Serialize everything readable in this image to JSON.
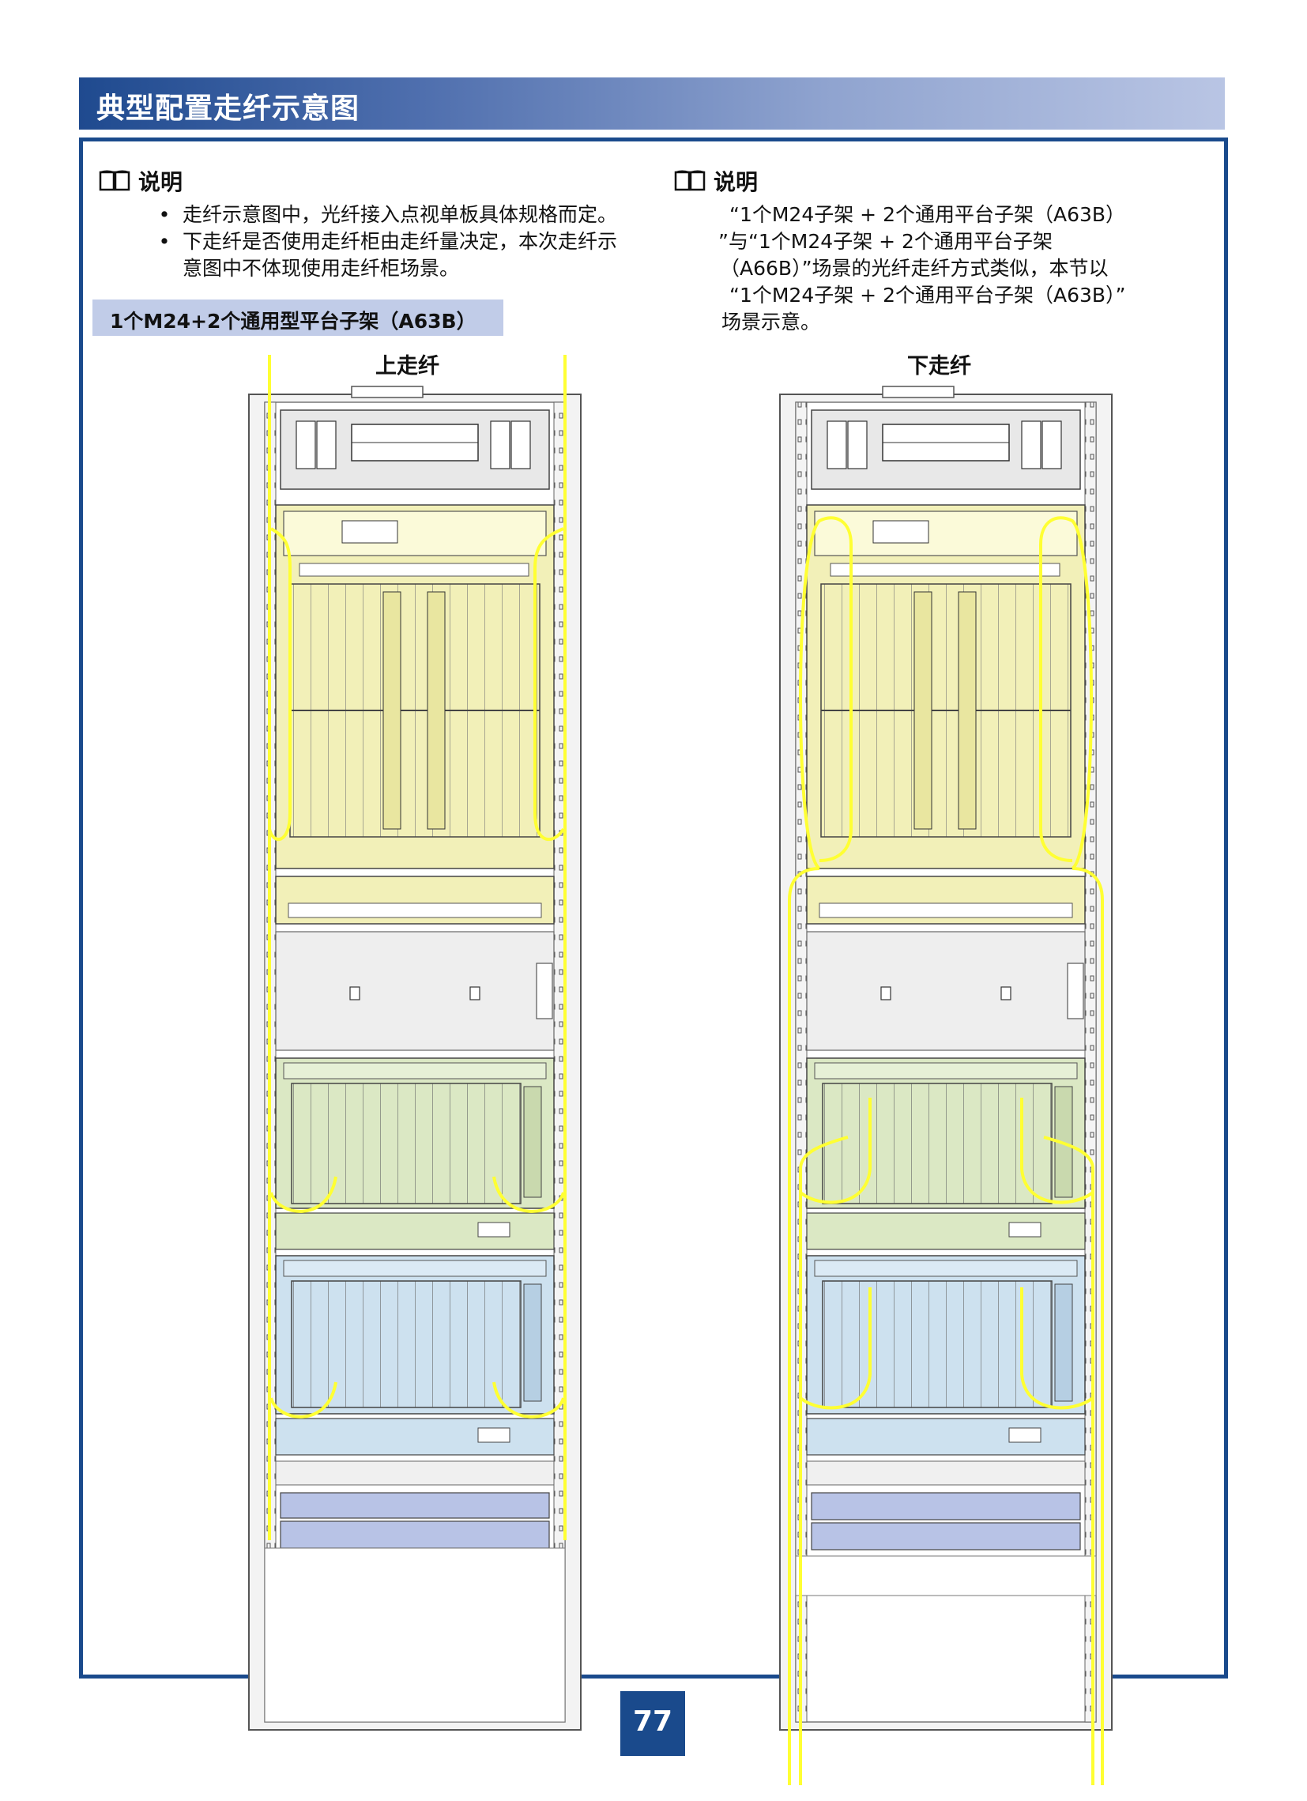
{
  "header": {
    "title": "典型配置走纤示意图"
  },
  "left_note": {
    "label": "说明",
    "bullets": [
      "走纤示意图中，光纤接入点视单板具体规格而定。",
      "下走纤是否使用走纤柜由走纤量决定，本次走纤示意图中不体现使用走纤柜场景。"
    ]
  },
  "right_note": {
    "label": "说明",
    "lines": [
      "“1个M24子架 + 2个通用平台子架（A63B）",
      "”与“1个M24子架 + 2个通用平台子架",
      "（A66B）”场景的光纤走纤方式类似，本节以",
      "“1个M24子架 + 2个通用平台子架（A63B）”",
      "场景示意。"
    ]
  },
  "section": {
    "title": "1个M24+2个通用型平台子架（A63B）"
  },
  "diagrams": {
    "top_routing": "上走纤",
    "bottom_routing": "下走纤"
  },
  "colors": {
    "accent": "#1a4a8c",
    "fiber": "#ffff33",
    "m24_fill": "#f2f0b8",
    "platform1_fill": "#dbe8c4",
    "platform2_fill": "#cde1ef",
    "bottom_panel": "#b8c3e6"
  },
  "icons": {
    "note": "book-icon"
  },
  "page": {
    "number": "77"
  }
}
